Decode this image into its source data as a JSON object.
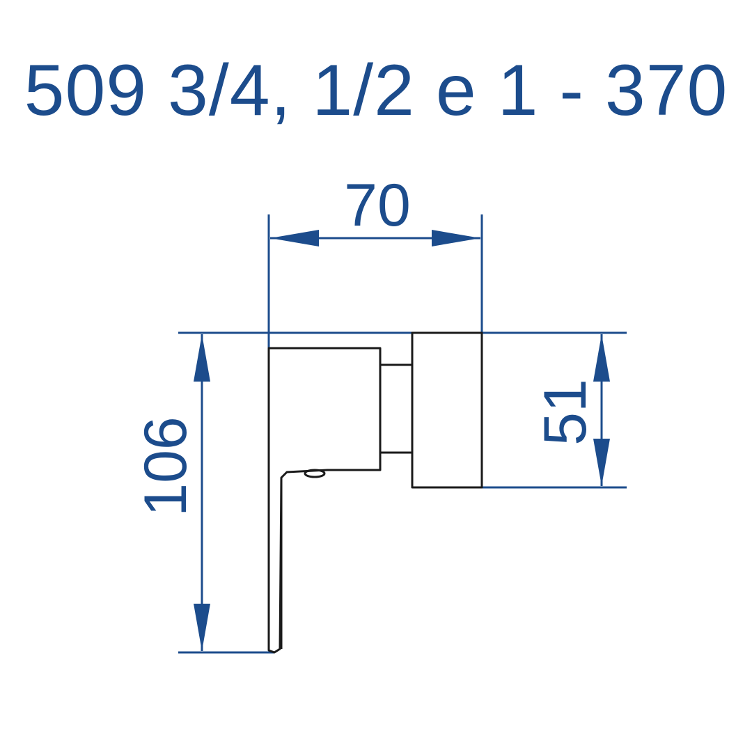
{
  "title": "509 3/4, 1/2 e 1 - 370",
  "dimensions": {
    "width": "70",
    "height": "106",
    "depth": "51"
  },
  "colors": {
    "dimension": "#1c4c8c",
    "outline": "#1a1a1a",
    "background": "#ffffff"
  }
}
